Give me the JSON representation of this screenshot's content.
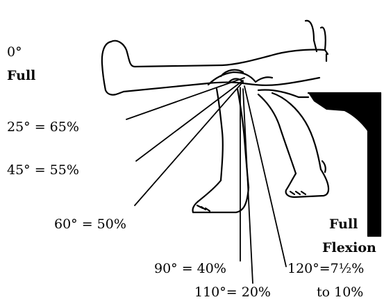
{
  "labels": {
    "zero": "0°",
    "full": "Full",
    "a25": "25° = 65%",
    "a45": "45° = 55%",
    "a60": "60° = 50%",
    "a90": "90° = 40%",
    "a110": "110°= 20%",
    "a120": "120°=7½%",
    "a120b": "to 10%",
    "fullflexion_line1": "Full",
    "fullflexion_line2": "Flexion"
  },
  "colors": {
    "ink": "#000000",
    "paper": "#ffffff"
  }
}
